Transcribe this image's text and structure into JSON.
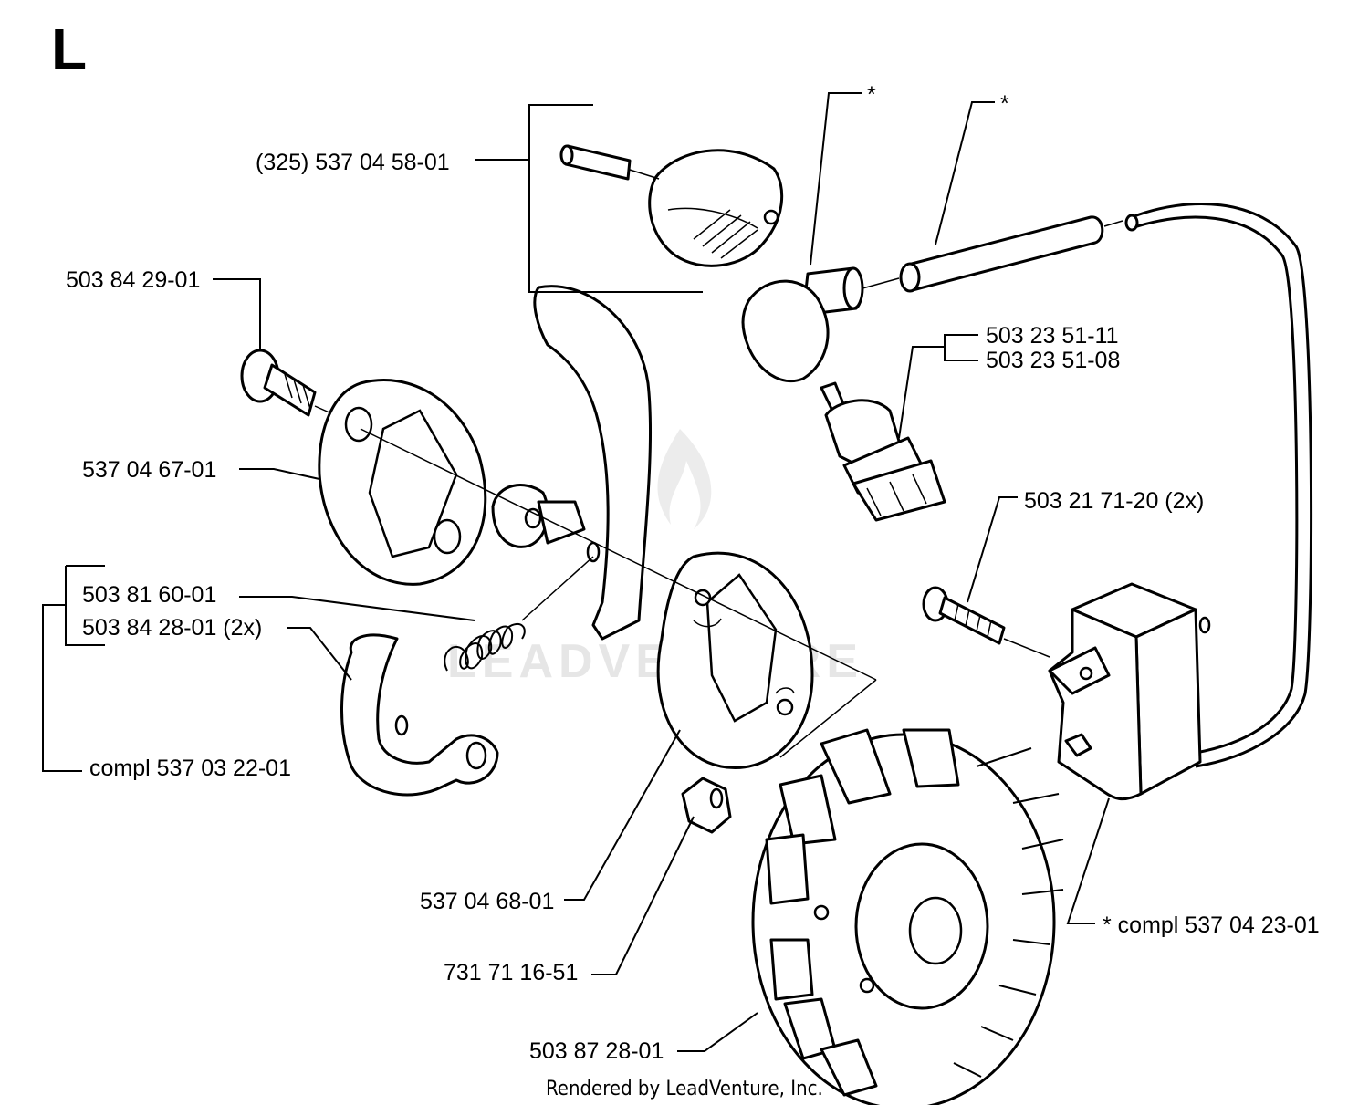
{
  "section_letter": "L",
  "labels": {
    "cover": "(325) 537 04 58-01",
    "star_a": "*",
    "star_b": "*",
    "bolt_top": "503 84 29-01",
    "spark_plug_a": "503 23 51-11",
    "spark_plug_b": "503 23 51-08",
    "plate_left": "537 04 67-01",
    "screw_module": "503 21 71-20 (2x)",
    "spring": "503 81 60-01",
    "shoe": "503 84 28-01 (2x)",
    "clutch_compl": "compl 537 03 22-01",
    "plate_right": "537 04 68-01",
    "ignition_compl": "* compl 537 04 23-01",
    "nut": "731 71 16-51",
    "flywheel": "503 87 28-01"
  },
  "watermark": "LEADVENTURE",
  "footer": "Rendered by LeadVenture, Inc."
}
